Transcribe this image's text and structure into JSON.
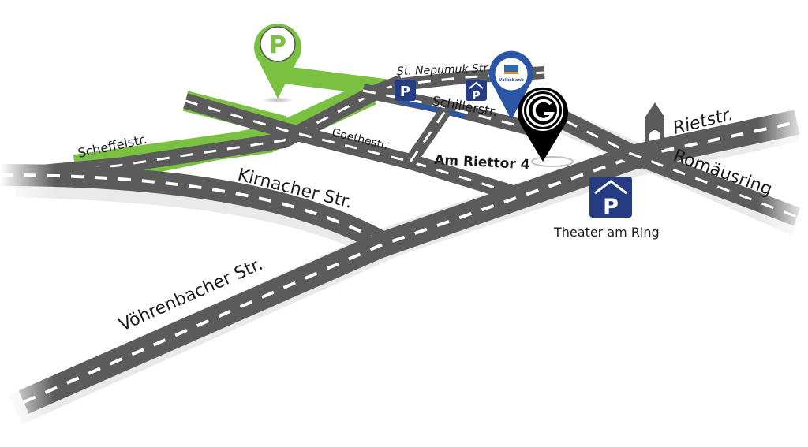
{
  "map": {
    "streets": [
      {
        "id": "scheffelstr",
        "label": "Scheffelstr."
      },
      {
        "id": "goethestr",
        "label": "Goethestr."
      },
      {
        "id": "kirnacher",
        "label": "Kirnacher Str."
      },
      {
        "id": "voehrenbacher",
        "label": "Vöhrenbacher Str."
      },
      {
        "id": "nepomuk",
        "label": "St. Nepumuk Str."
      },
      {
        "id": "schillerstr",
        "label": "Schillerstr."
      },
      {
        "id": "rietstr",
        "label": "Rietstr."
      },
      {
        "id": "romaeusring",
        "label": "Romäusring"
      }
    ],
    "destination": {
      "label": "Am Riettor 4",
      "icon": "company-logo-pin-icon",
      "logo_letter": "G",
      "color": "#000000"
    },
    "parking": {
      "green_pin": {
        "letter": "P",
        "color": "#7ac142",
        "icon": "parking-pin-icon"
      },
      "nepomuk_p": {
        "letter": "P",
        "icon": "parking-sign-icon"
      },
      "schiller_garage": {
        "letter": "P",
        "icon": "parking-garage-icon"
      },
      "theater_garage": {
        "letter": "P",
        "label": "Theater am Ring",
        "icon": "parking-garage-icon"
      },
      "sign_color": "#263c82"
    },
    "bank_pin": {
      "label": "Volksbank",
      "color": "#2b55a5",
      "icon": "bank-pin-icon"
    },
    "landmark": {
      "icon": "gate-tower-icon"
    },
    "colors": {
      "road": "#5b5b5b",
      "dash": "#ffffff",
      "green_route": "#7ac142",
      "blue_route": "#2b55a5"
    }
  }
}
